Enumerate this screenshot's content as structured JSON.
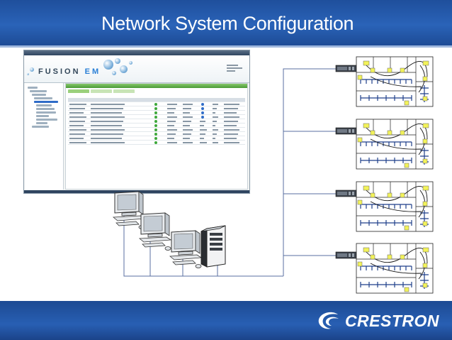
{
  "slide": {
    "title": "Network System Configuration"
  },
  "brand": {
    "logo_text": "CRESTRON",
    "logo_icon": "crestron-swirl-icon",
    "colors": {
      "header_blue": "#2a63b8",
      "footer_blue": "#285fb3",
      "network_line": "#5a6fa0",
      "floor_lines": "#1f3f8a",
      "device_yellow": "#f2f25a"
    }
  },
  "app_screenshot": {
    "logo_part1": "FUSION",
    "logo_part2": "EM",
    "rows": 10
  },
  "diagram": {
    "workstations": 3,
    "server_icon": "server-tower-icon",
    "workstation_icon": "desktop-computer-icon",
    "floors": 4,
    "floor_icon": "floor-plan-icon",
    "switch_icon": "network-switch-icon"
  }
}
